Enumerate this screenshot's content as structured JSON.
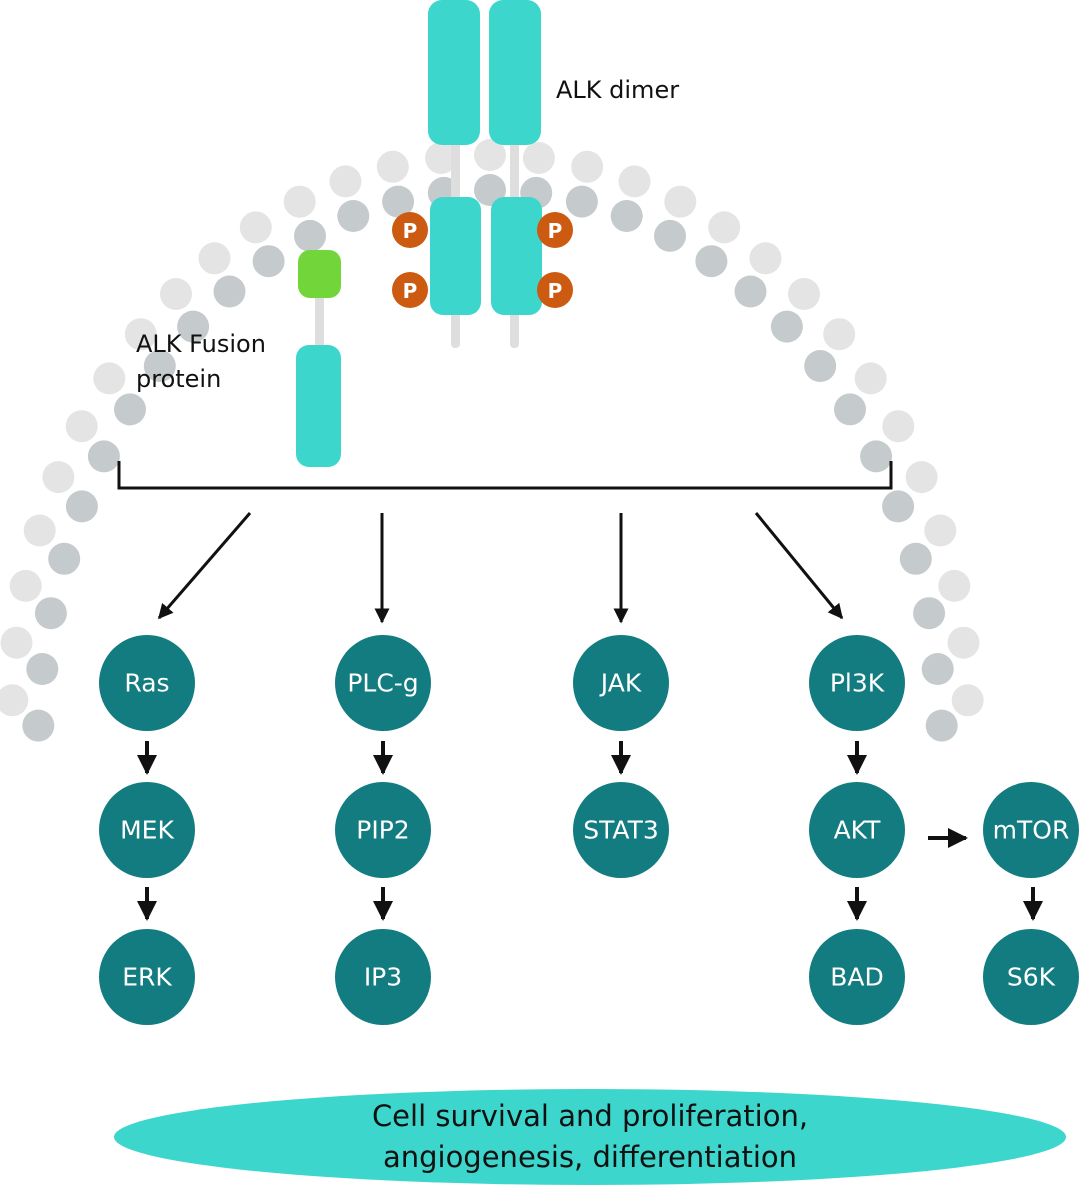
{
  "labels": {
    "alk_dimer": "ALK dimer",
    "alk_fusion_line1": "ALK Fusion",
    "alk_fusion_line2": "protein",
    "phospho": "P"
  },
  "pathways": {
    "ras": "Ras",
    "mek": "MEK",
    "erk": "ERK",
    "plcg": "PLC-g",
    "pip2": "PIP2",
    "ip3": "IP3",
    "jak": "JAK",
    "stat3": "STAT3",
    "pi3k": "Pl3K",
    "akt": "AKT",
    "bad": "BAD",
    "mtor": "mTOR",
    "s6k": "S6K"
  },
  "outcome": {
    "line1": "Cell survival and proliferation,",
    "line2": "angiogenesis, differentiation"
  },
  "colors": {
    "receptor": "#3dd6cd",
    "node": "#137c80",
    "phospho": "#cc5a10",
    "fusion_head": "#72d63a",
    "membrane_outer": "#e4e4e4",
    "membrane_inner": "#c5cbcd",
    "outcome_fill": "#3dd6cd"
  }
}
